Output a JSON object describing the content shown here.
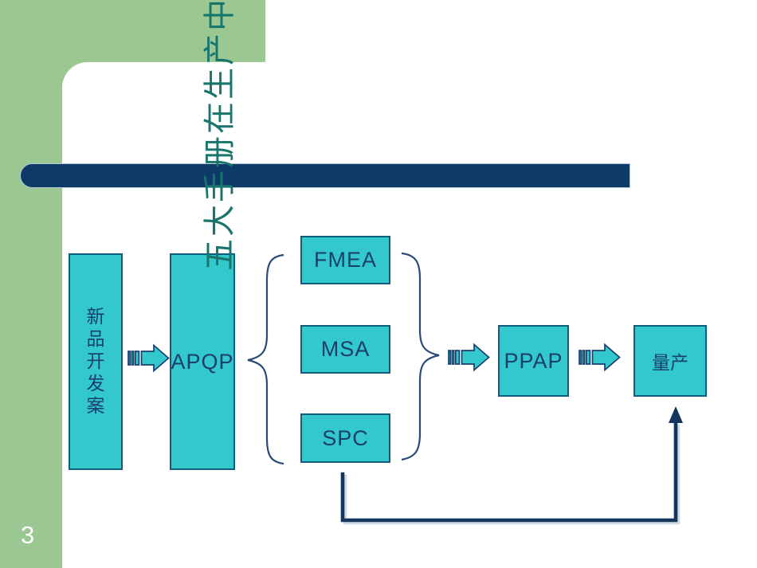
{
  "slide": {
    "vertical_title": "五大手册在生产中",
    "page_number": "3"
  },
  "diagram": {
    "nodes": {
      "new_product": {
        "label": "新品开发案"
      },
      "apqp": {
        "label": "APQP"
      },
      "fmea": {
        "label": "FMEA"
      },
      "msa": {
        "label": "MSA"
      },
      "spc": {
        "label": "SPC"
      },
      "ppap": {
        "label": "PPAP"
      },
      "mass_production": {
        "label": "量产"
      }
    }
  },
  "colors": {
    "sidebar_green": "#9bc892",
    "divider_bar_navy": "#0d3a66",
    "node_fill_teal": "#32c8cc",
    "node_border_teal": "#0d5d7d",
    "node_text_navy": "#1b3e70",
    "vertical_title_teal": "#17756c",
    "connector_navy": "#12365e",
    "page_number_white": "#ffffff"
  }
}
